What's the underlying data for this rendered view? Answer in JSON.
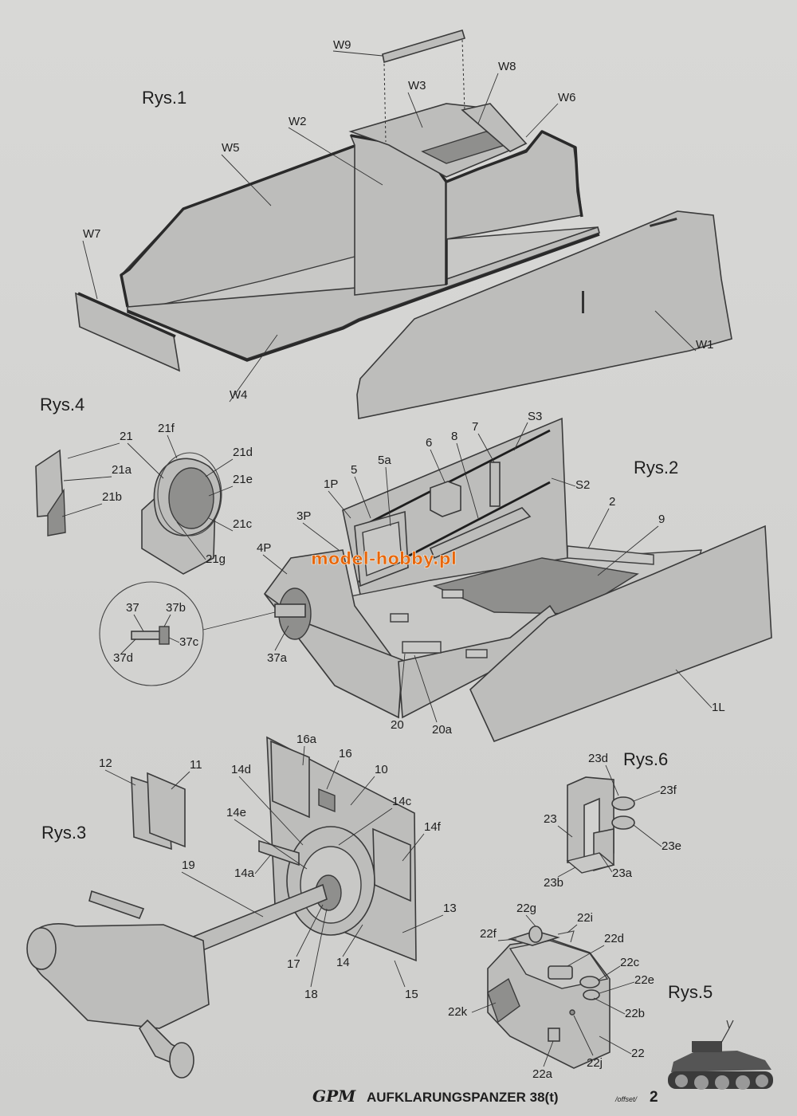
{
  "figures": {
    "rys1": "Rys.1",
    "rys2": "Rys.2",
    "rys3": "Rys.3",
    "rys4": "Rys.4",
    "rys5": "Rys.5",
    "rys6": "Rys.6"
  },
  "labels": {
    "W1": "W1",
    "W2": "W2",
    "W3": "W3",
    "W4": "W4",
    "W5": "W5",
    "W6": "W6",
    "W7": "W7",
    "W8": "W8",
    "W9": "W9",
    "p21": "21",
    "p21a": "21a",
    "p21b": "21b",
    "p21c": "21c",
    "p21d": "21d",
    "p21e": "21e",
    "p21f": "21f",
    "p21g": "21g",
    "p37": "37",
    "p37a": "37a",
    "p37b": "37b",
    "p37c": "37c",
    "p37d": "37d",
    "p1P": "1P",
    "p3P": "3P",
    "p4P": "4P",
    "p5": "5",
    "p5a": "5a",
    "p6": "6",
    "p7": "7",
    "p8": "8",
    "S2": "S2",
    "S3": "S3",
    "p2": "2",
    "p9": "9",
    "p1L": "1L",
    "p20": "20",
    "p20a": "20a",
    "p10": "10",
    "p11": "11",
    "p12": "12",
    "p13": "13",
    "p14": "14",
    "p14a": "14a",
    "p14c": "14c",
    "p14d": "14d",
    "p14e": "14e",
    "p14f": "14f",
    "p15": "15",
    "p16": "16",
    "p16a": "16a",
    "p17": "17",
    "p18": "18",
    "p19": "19",
    "p22": "22",
    "p22a": "22a",
    "p22b": "22b",
    "p22c": "22c",
    "p22d": "22d",
    "p22e": "22e",
    "p22f": "22f",
    "p22g": "22g",
    "p22i": "22i",
    "p22j": "22j",
    "p22k": "22k",
    "p23": "23",
    "p23a": "23a",
    "p23b": "23b",
    "p23d": "23d",
    "p23e": "23e",
    "p23f": "23f"
  },
  "watermark": "model-hobby.pl",
  "footer": {
    "brand": "GPM",
    "title": "AUFKLARUNGSPANZER 38(t)",
    "edition": "/offset/",
    "page_number": "2"
  },
  "colors": {
    "part_fill": "#bdbdbb",
    "outline": "#2a2a2a",
    "watermark": "#e8660b",
    "page": "#d4d4d2"
  }
}
